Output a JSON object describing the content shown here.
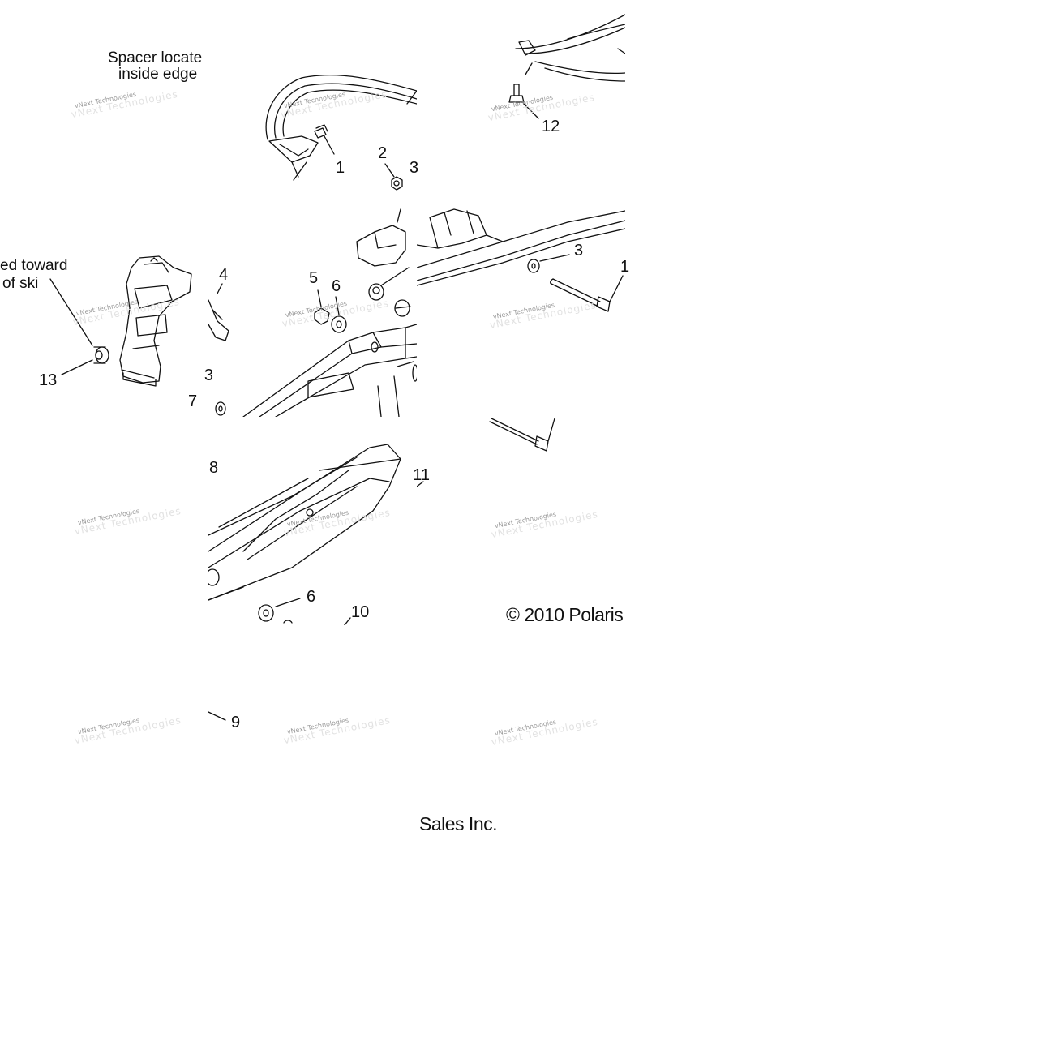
{
  "notes": {
    "spacer_line1": "Spacer locate",
    "spacer_line2": "inside edge",
    "toward_line1": "ed toward",
    "toward_line2": "of ski"
  },
  "callouts": {
    "c1a": "1",
    "c2": "2",
    "c3a": "3",
    "c12": "12",
    "c4": "4",
    "c5": "5",
    "c6a": "6",
    "c3b": "3",
    "c1b": "1",
    "c13": "13",
    "c8a": "3",
    "c7": "7",
    "c8b": "8",
    "c11": "11",
    "c6b": "6",
    "c10": "10",
    "c9": "9"
  },
  "copyright": {
    "line1": "© 2010 Polaris",
    "line2": "Sales Inc."
  },
  "watermark": {
    "small": "vNext Technologies",
    "large": "vNext Technologies"
  }
}
